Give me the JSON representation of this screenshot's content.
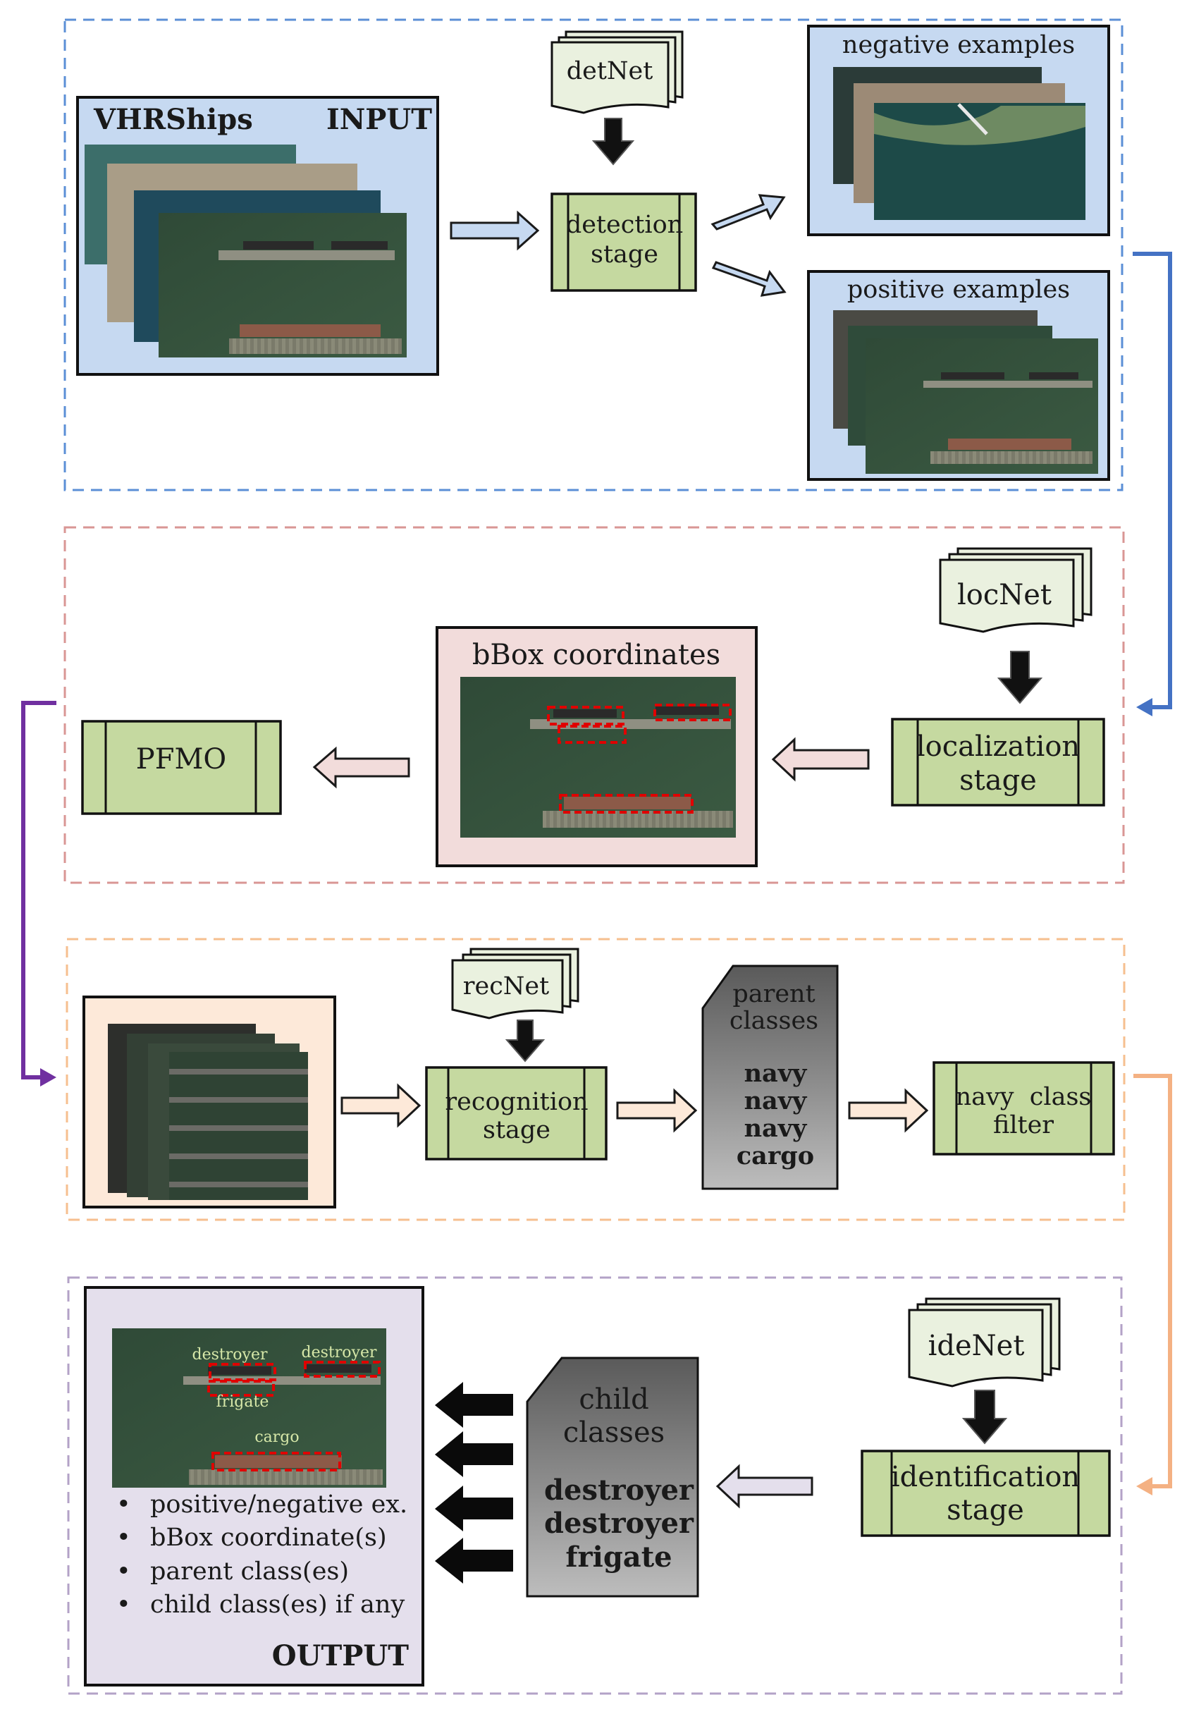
{
  "stage1": {
    "input_label_left": "VHRShips",
    "input_label_right": "INPUT",
    "net": "detNet",
    "stage": [
      "detection",
      "stage"
    ],
    "negative_title": "negative examples",
    "positive_title": "positive examples"
  },
  "stage2": {
    "net": "locNet",
    "stage": [
      "localization",
      "stage"
    ],
    "bbox_title": "bBox coordinates",
    "pfmo": "PFMO"
  },
  "stage3": {
    "net": "recNet",
    "stage": [
      "recognition",
      "stage"
    ],
    "parent_card": {
      "title": [
        "parent",
        "classes"
      ],
      "items": [
        "navy",
        "navy",
        "navy",
        "cargo"
      ]
    },
    "filter": [
      "navy  class",
      "filter"
    ]
  },
  "stage4": {
    "net": "ideNet",
    "stage": [
      "identification",
      "stage"
    ],
    "child_card": {
      "title": [
        "child",
        "classes"
      ],
      "items": [
        "destroyer",
        "destroyer",
        "frigate"
      ]
    },
    "image_labels": [
      "destroyer",
      "destroyer",
      "frigate",
      "cargo"
    ],
    "output_bullets": [
      "positive/negative ex.",
      "bBox coordinate(s)",
      "parent class(es)",
      "child class(es) if any"
    ],
    "output_label": "OUTPUT"
  },
  "colors": {
    "stage_box_fill": "#c5d9a0",
    "blue_panel": "#c6d9f1",
    "pink_panel": "#f2dcdb",
    "peach_panel": "#fde9d9",
    "lavender_panel": "#e4dfec",
    "blue_dash": "#5b8fd6",
    "red_dash": "#d99694",
    "orange_dash": "#f6bf8f",
    "purple_dash": "#b3a2c7",
    "blue_connector": "#4472c4",
    "purple_connector": "#7030a0",
    "orange_connector": "#f4b183"
  }
}
